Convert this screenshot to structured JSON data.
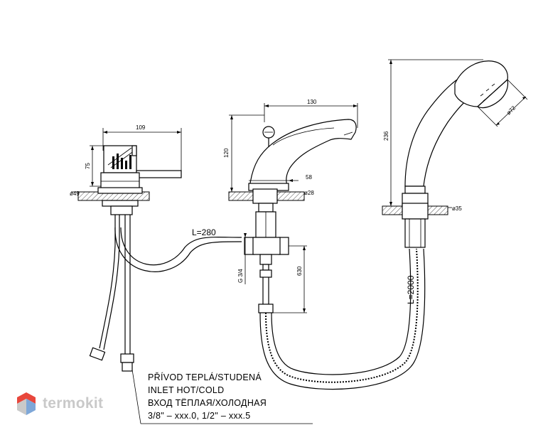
{
  "dimensions": {
    "lever_width": "109",
    "lever_height": "75",
    "lever_base_dia": "ø49",
    "spout_length": "130",
    "spout_height": "120",
    "spout_base_width": "58",
    "spout_base_dia": "ø28",
    "hose_length_left": "L=280",
    "thread": "G 3/4",
    "outlet_drop": "630",
    "shower_height": "236",
    "shower_head_dia": "ø72",
    "shower_base_dia": "ø35",
    "hose_length_right": "L=2000"
  },
  "legend": {
    "line1": "PŘÍVOD TEPLÁ/STUDENÁ",
    "line2": "INLET HOT/COLD",
    "line3": "ВХОД ТЁПЛАЯ/ХОЛОДНАЯ",
    "line4": "3/8\" – xxx.0,  1/2\" – xxx.5"
  },
  "watermark": {
    "text": "termokit",
    "colors": [
      "#e8473c",
      "#7ea7d8",
      "#c9c9c9"
    ]
  }
}
